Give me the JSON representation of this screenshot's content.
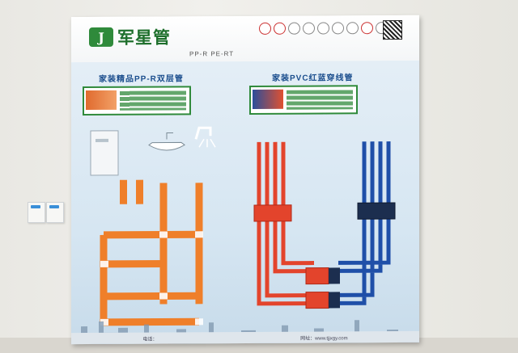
{
  "board": {
    "brand_logo_letter": "J",
    "brand_name": "军星管",
    "product_line": "PP-R   PE-RT",
    "left_section_title": "家装精品PP-R双层管",
    "right_section_title": "家装PVC红蓝穿线管",
    "footer_left": "电话：",
    "footer_right": "网址：www.tjjxgy.com"
  },
  "colors": {
    "brand_green": "#2f8a3b",
    "ppr_pipe_orange": "#ef7f2a",
    "conduit_red": "#e3442c",
    "conduit_blue": "#1f4fa8",
    "panel_blue": "#d6e6f2"
  },
  "icons": [
    "washbasin-icon",
    "shower-icon",
    "water-heater-icon",
    "logo-badge-icon",
    "qr-code-icon"
  ]
}
